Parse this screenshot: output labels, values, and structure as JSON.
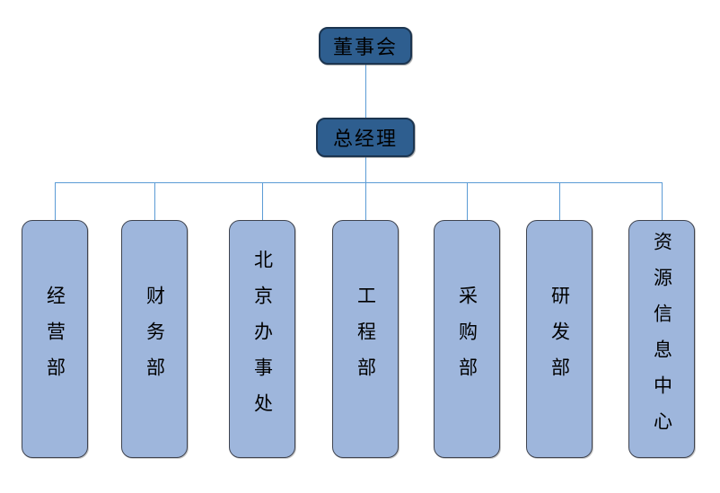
{
  "org_chart": {
    "type": "organization-chart",
    "root": {
      "label": "董事会"
    },
    "manager": {
      "label": "总经理"
    },
    "departments": [
      {
        "label": "经营部"
      },
      {
        "label": "财务部"
      },
      {
        "label": "北京办事处"
      },
      {
        "label": "工程部"
      },
      {
        "label": "采购部"
      },
      {
        "label": "研发部"
      },
      {
        "label": "资源信息中心"
      }
    ],
    "colors": {
      "executive_fill": "#2E5E8F",
      "executive_border": "#1C3550",
      "department_fill": "#9EB6DC",
      "department_border": "#3F4450",
      "connector": "#5B9BD5",
      "text": "#000000",
      "background": "#FFFFFF"
    }
  }
}
